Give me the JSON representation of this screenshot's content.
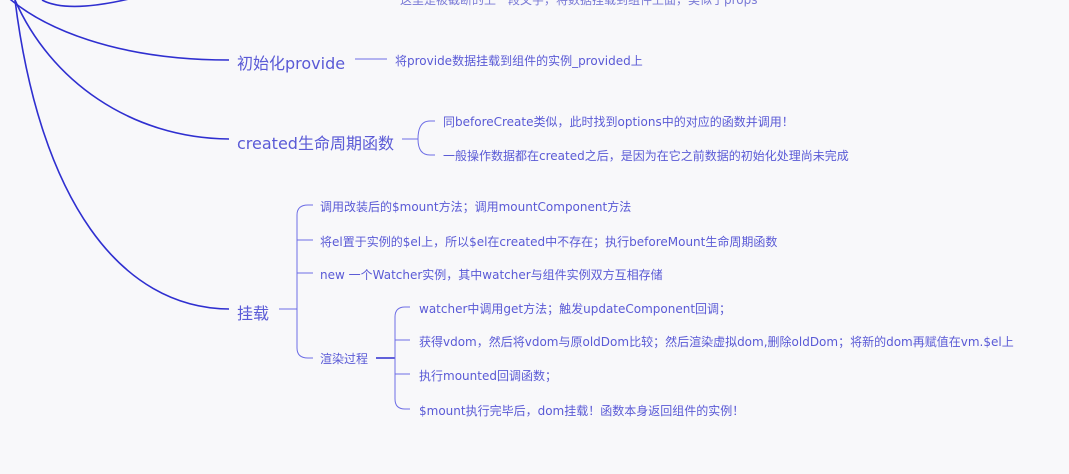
{
  "branches": {
    "top_cut": {
      "text": "这里是被截断的上一段文字，将数据挂载到组件上面，类似于props"
    },
    "provide": {
      "label": "初始化provide",
      "children": [
        "将provide数据挂载到组件的实例_provided上"
      ]
    },
    "created": {
      "label": "created生命周期函数",
      "children": [
        "同beforeCreate类似，此时找到options中的对应的函数并调用！",
        "一般操作数据都在created之后，是因为在它之前数据的初始化处理尚未完成"
      ]
    },
    "mount": {
      "label": "挂载",
      "children": [
        "调用改装后的$mount方法；调用mountComponent方法",
        "将el置于实例的$el上，所以$el在created中不存在；执行beforeMount生命周期函数",
        "new 一个Watcher实例，其中watcher与组件实例双方互相存储"
      ],
      "render": {
        "label": "渲染过程",
        "children": [
          "watcher中调用get方法；触发updateComponent回调；",
          "获得vdom，然后将vdom与原oldDom比较；然后渲染虚拟dom,删除oldDom；将新的dom再赋值在vm.$el上",
          "执行mounted回调函数；",
          "$mount执行完毕后，dom挂载！函数本身返回组件的实例！"
        ]
      }
    }
  },
  "colors": {
    "line": "#2f2fd0",
    "text": "#5a5ad6",
    "background": "#f8f8fa"
  }
}
